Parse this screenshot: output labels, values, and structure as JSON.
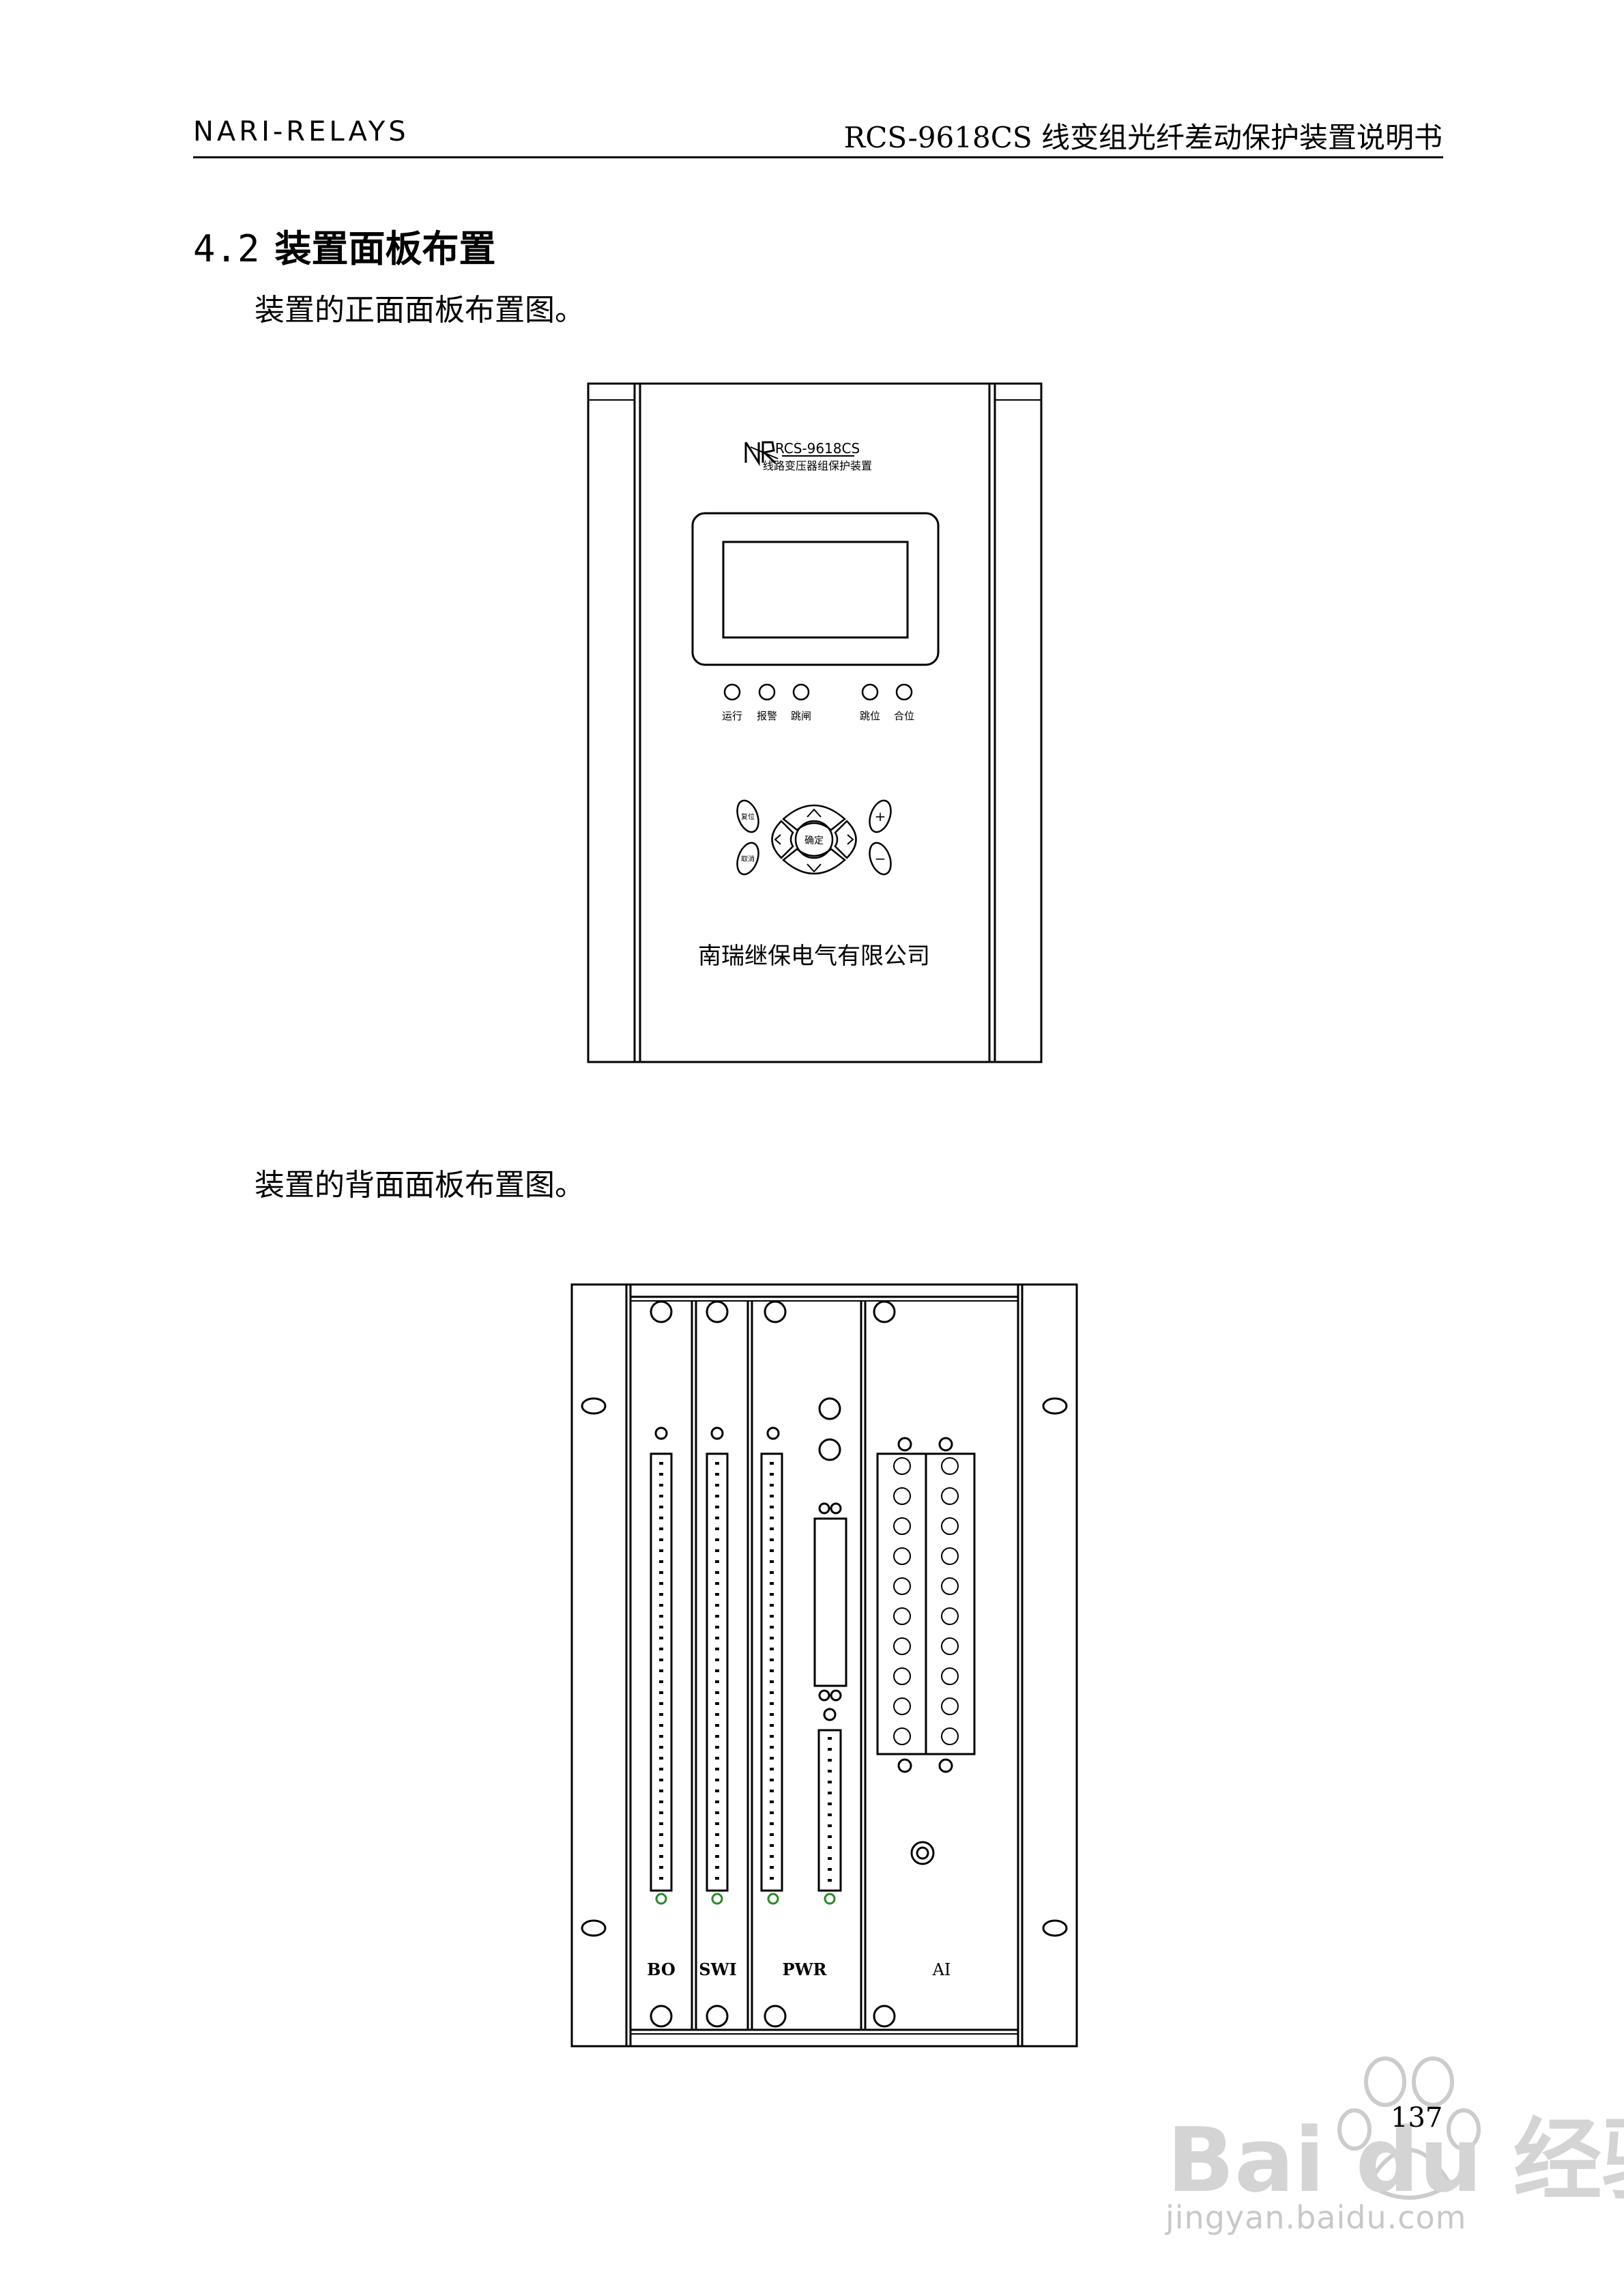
{
  "header": {
    "left": "NARI-RELAYS",
    "right": "RCS-9618CS 线变组光纤差动保护装置说明书"
  },
  "section": {
    "number": "4.2",
    "title": "装置面板布置"
  },
  "paragraphs": {
    "front": "装置的正面面板布置图。",
    "back": "装置的背面面板布置图。"
  },
  "front_panel": {
    "model": "RCS-9618CS",
    "model_desc": "线路变压器组保护装置",
    "leds": [
      "运行",
      "报警",
      "跳闸",
      "跳位",
      "合位"
    ],
    "keys": {
      "left_top": "复位",
      "left_bottom": "取消",
      "center": "确定",
      "plus": "+",
      "minus": "−"
    },
    "company": "南瑞继保电气有限公司"
  },
  "rear_panel": {
    "modules": [
      "BO",
      "SWI",
      "PWR",
      "AI"
    ]
  },
  "page_number": "137",
  "watermark": {
    "brand": "Bai du 经验",
    "url": "jingyan.baidu.com"
  }
}
